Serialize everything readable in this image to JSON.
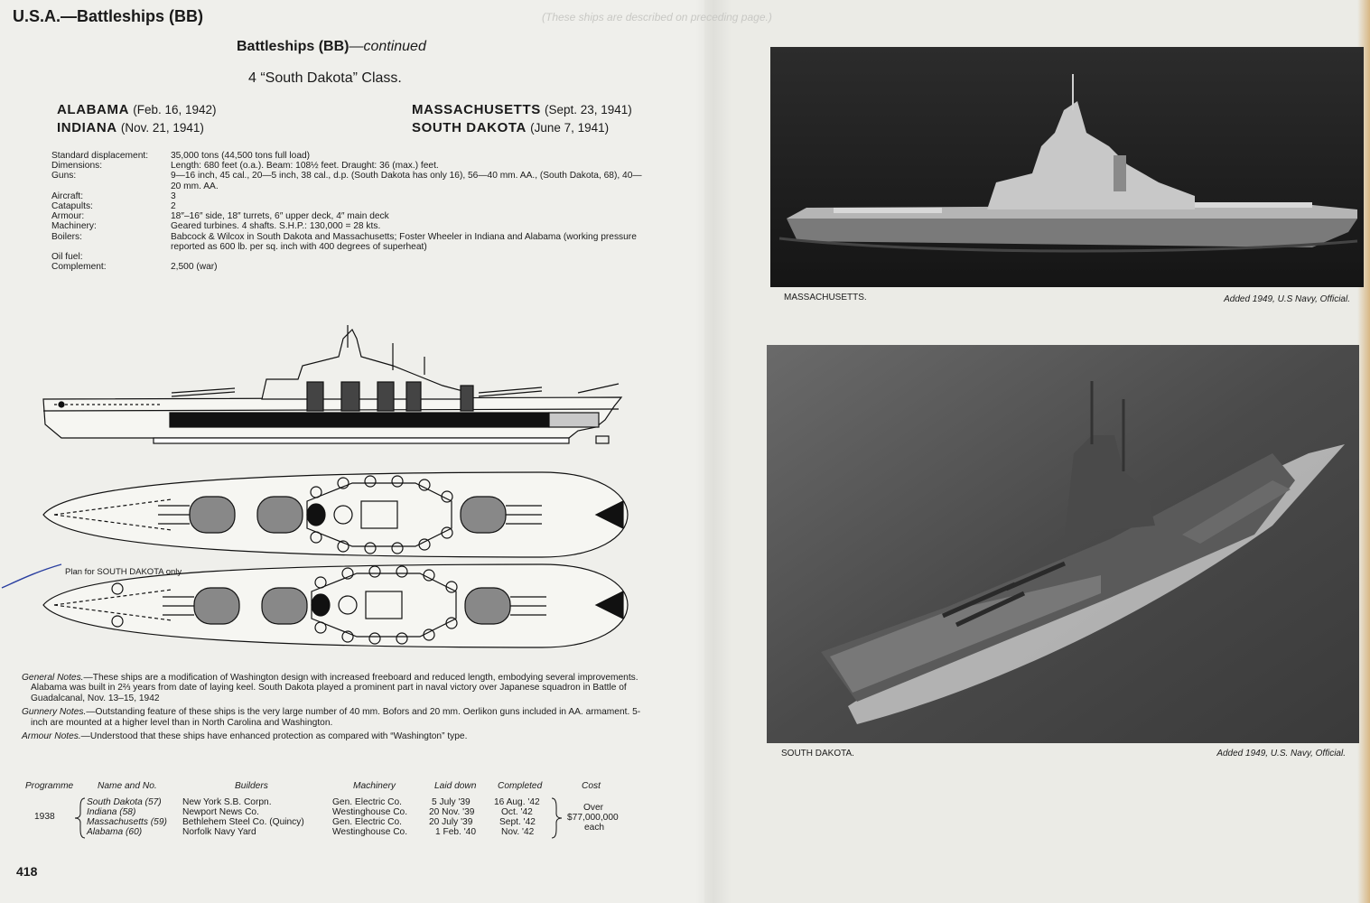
{
  "running_head": "U.S.A.—Battleships (BB)",
  "ghost_text": "(These ships are described on preceding page.)",
  "section_head": {
    "bold": "Battleships (BB)",
    "italic": "—continued"
  },
  "class_head": "4 “South Dakota” Class.",
  "ships": [
    {
      "name": "ALABAMA",
      "date": "(Feb. 16, 1942)"
    },
    {
      "name": "INDIANA",
      "date": "(Nov. 21, 1941)"
    },
    {
      "name": "MASSACHUSETTS",
      "date": "(Sept. 23, 1941)"
    },
    {
      "name": "SOUTH DAKOTA",
      "date": "(June 7, 1941)"
    }
  ],
  "specs": [
    {
      "label": "Standard displacement:",
      "value": "35,000 tons (44,500 tons full load)"
    },
    {
      "label": "Dimensions:",
      "value": "Length: 680 feet (o.a.).   Beam: 108½ feet.   Draught: 36 (max.) feet."
    },
    {
      "label": "Guns:",
      "value": "9—16 inch, 45 cal., 20—5 inch, 38 cal., d.p. (South Dakota has only 16), 56—40 mm. AA., (South Dakota, 68), 40—20 mm. AA."
    },
    {
      "label": "",
      "value": ""
    },
    {
      "label": "Aircraft:",
      "value": "3"
    },
    {
      "label": "Catapults:",
      "value": "2"
    },
    {
      "label": "Armour:",
      "value": "18″–16″ side, 18″ turrets, 6″ upper deck, 4″ main deck"
    },
    {
      "label": "Machinery:",
      "value": "Geared turbines.  4 shafts.  S.H.P.: 130,000 = 28 kts."
    },
    {
      "label": "Boilers:",
      "value": "Babcock & Wilcox in South Dakota and Massachusetts; Foster Wheeler in Indiana and Alabama (working pressure reported as 600 lb. per sq. inch with 400 degrees of superheat)"
    },
    {
      "label": "Oil fuel:",
      "value": ""
    },
    {
      "label": "Complement:",
      "value": "2,500 (war)"
    }
  ],
  "plan_caption": "Plan for SOUTH DAKOTA only",
  "notes": [
    {
      "title": "General Notes.",
      "text": "—These ships are a modification of Washington design with increased freeboard and reduced length, embodying several improvements. Alabama was built in 2⅔ years from date of laying keel. South Dakota played a prominent part in naval victory over Japanese squadron in Battle of Guadalcanal, Nov. 13–15, 1942"
    },
    {
      "title": "Gunnery Notes.",
      "text": "—Outstanding feature of these ships is the very large number of 40 mm. Bofors and 20 mm. Oerlikon guns included in AA. armament.  5-inch are mounted at a higher level than in North Carolina and Washington."
    },
    {
      "title": "Armour Notes.",
      "text": "—Understood that these ships have enhanced protection as compared with “Washington” type."
    }
  ],
  "build_table": {
    "headers": [
      "Programme",
      "Name and No.",
      "Builders",
      "Machinery",
      "Laid down",
      "Completed",
      "Cost"
    ],
    "programme": "1938",
    "rows": [
      [
        "South Dakota (57)",
        "New York S.B. Corpn.",
        "Gen. Electric Co.",
        "5 July '39",
        "16 Aug. '42"
      ],
      [
        "Indiana (58)",
        "Newport News Co.",
        "Westinghouse Co.",
        "20 Nov. '39",
        "Oct. '42"
      ],
      [
        "Massachusetts (59)",
        "Bethlehem Steel Co. (Quincy)",
        "Gen. Electric Co.",
        "20 July '39",
        "Sept. '42"
      ],
      [
        "Alabama (60)",
        "Norfolk Navy Yard",
        "Westinghouse Co.",
        "1 Feb. '40",
        "Nov. '42"
      ]
    ],
    "cost_lines": [
      "Over",
      "$77,000,000",
      "each"
    ]
  },
  "page_number": "418",
  "photos": [
    {
      "caption": "MASSACHUSETTS.",
      "credit": "Added 1949, U.S Navy, Official."
    },
    {
      "caption": "SOUTH  DAKOTA.",
      "credit": "Added 1949, U.S. Navy, Official."
    }
  ]
}
